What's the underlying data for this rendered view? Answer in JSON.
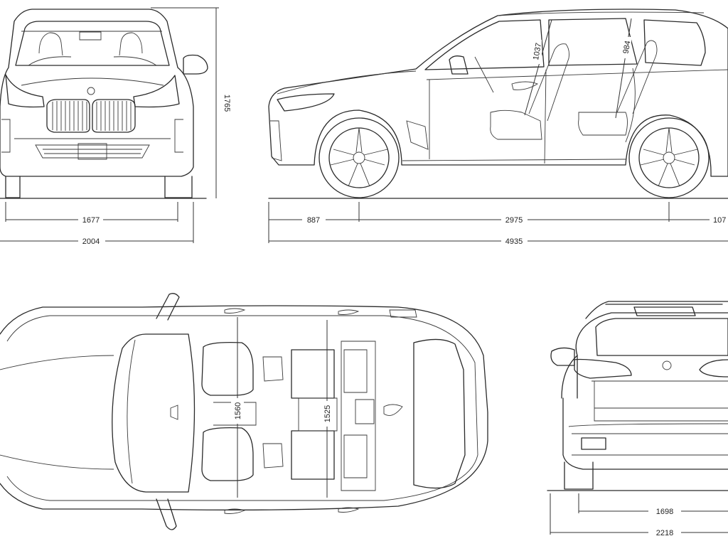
{
  "dimensions": {
    "height": "1765",
    "front_track": "1677",
    "width_with_mirrors": "2004",
    "front_overhang": "887",
    "wheelbase": "2975",
    "rear_overhang": "107",
    "length": "4935",
    "front_headroom": "1037",
    "rear_headroom": "984",
    "front_shoulder_width": "1560",
    "rear_shoulder_width": "1525",
    "rear_track": "1698",
    "rear_width": "2218"
  }
}
